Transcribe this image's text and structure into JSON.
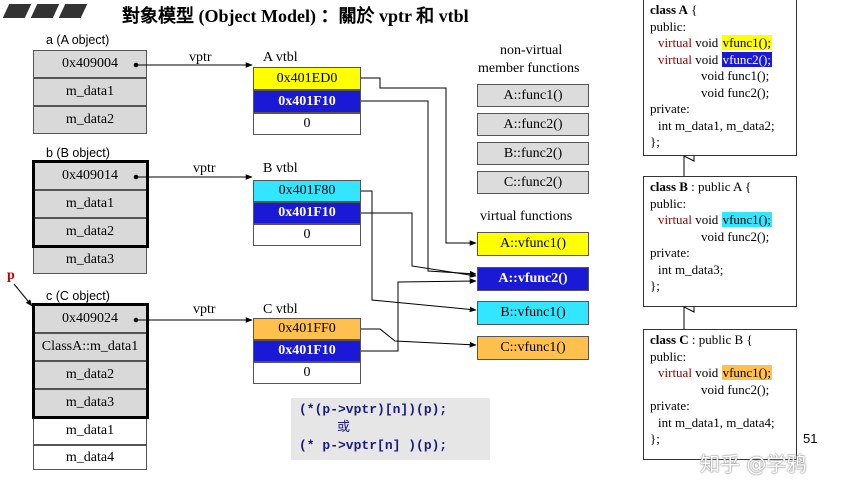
{
  "title": "對象模型 (Object Model) ：關於 vptr 和 vtbl",
  "objects": [
    {
      "label": "a (A object)",
      "cells": [
        "0x409004",
        "m_data1",
        "m_data2"
      ]
    },
    {
      "label": "b (B object)",
      "cells": [
        "0x409014",
        "m_data1",
        "m_data2",
        "m_data3"
      ]
    },
    {
      "label": "c (C object)",
      "cells": [
        "0x409024",
        "ClassA::m_data1",
        "m_data2",
        "m_data3",
        "m_data1",
        "m_data4"
      ]
    }
  ],
  "p_label": "p",
  "vptr_label": "vptr",
  "vtbls": [
    {
      "label": "A vtbl",
      "cells": [
        "0x401ED0",
        "0x401F10",
        "0"
      ]
    },
    {
      "label": "B vtbl",
      "cells": [
        "0x401F80",
        "0x401F10",
        "0"
      ]
    },
    {
      "label": "C vtbl",
      "cells": [
        "0x401FF0",
        "0x401F10",
        "0"
      ]
    }
  ],
  "nonvirtual_heading": [
    "non-virtual",
    "member functions"
  ],
  "nonvirtual_functions": [
    "A::func1()",
    "A::func2()",
    "B::func2()",
    "C::func2()"
  ],
  "virtual_heading": "virtual functions",
  "virtual_functions": [
    "A::vfunc1()",
    "A::vfunc2()",
    "B::vfunc1()",
    "C::vfunc1()"
  ],
  "call_expr": {
    "line1": "(*(p->vptr)[n])(p);",
    "or": "或",
    "line2": "(* p->vptr[n] )(p);"
  },
  "class_a": {
    "l1_kw": "class A",
    "l1_rest": " {",
    "public": "public:",
    "vl1_kw": "virtual",
    "vl1_type": " void ",
    "vl1_fn": "vfunc1();",
    "vl2_kw": "virtual",
    "vl2_type": " void ",
    "vl2_fn": "vfunc2();",
    "f1": "void  func1();",
    "f2": "void  func2();",
    "private": "private:",
    "members": "int m_data1, m_data2;",
    "end": "};"
  },
  "class_b": {
    "l1_kw": "class B",
    "l1_rest": " : public A {",
    "public": "public:",
    "vl1_kw": "virtual",
    "vl1_type": " void ",
    "vl1_fn": "vfunc1();",
    "f2": "void  func2();",
    "private": "private:",
    "members": "int m_data3;",
    "end": "};"
  },
  "class_c": {
    "l1_kw": "class C",
    "l1_rest": " : public B {",
    "public": "public:",
    "vl1_kw": "virtual",
    "vl1_type": " void ",
    "vl1_fn": "vfunc1();",
    "f2": "void  func2();",
    "private": "private:",
    "members": "int m_data1, m_data4;",
    "end": "};"
  },
  "page_number": "51",
  "watermark": "知乎 @学鸦",
  "colors": {
    "yellow": "#ffff00",
    "blue": "#1a1ad6",
    "cyan": "#33e6ff",
    "orange": "#ffc04d",
    "gray": "#d9d9d9"
  }
}
